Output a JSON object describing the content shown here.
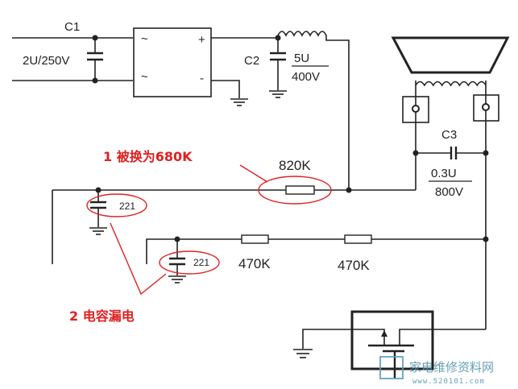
{
  "labels": {
    "c1": "C1",
    "c1_value": "2U/250V",
    "bridge_ac1": "~",
    "bridge_ac2": "~",
    "bridge_plus": "+",
    "bridge_minus": "-",
    "c2": "C2",
    "c2_value_top": "5U",
    "c2_value_bottom": "400V",
    "c3": "C3",
    "c3_value_top": "0.3U",
    "c3_value_bottom": "800V",
    "r1": "820K",
    "cap_a": "221",
    "cap_b": "221",
    "r2": "470K",
    "r3": "470K"
  },
  "annotations": {
    "note1": "1  被换为680K",
    "note2": "2  电容漏电",
    "color": "#e02020"
  },
  "watermark": {
    "site_name": "家电维修资料网",
    "url": "www.520101.com"
  }
}
